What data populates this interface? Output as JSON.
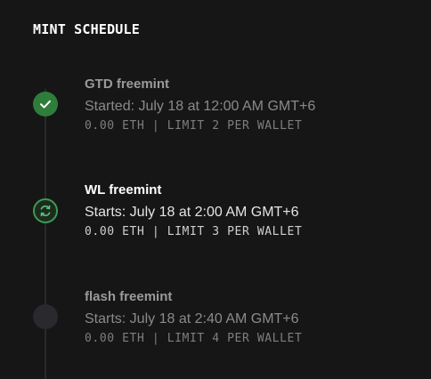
{
  "section": {
    "title": "MINT SCHEDULE"
  },
  "phases": [
    {
      "name": "GTD freemint",
      "time": "Started: July 18 at 12:00 AM GMT+6",
      "details": "0.00 ETH | LIMIT 2 PER WALLET",
      "status": "completed",
      "icon": "check-icon"
    },
    {
      "name": "WL freemint",
      "time": "Starts: July 18 at 2:00 AM GMT+6",
      "details": "0.00 ETH | LIMIT 3 PER WALLET",
      "status": "active",
      "icon": "refresh-icon"
    },
    {
      "name": "flash freemint",
      "time": "Starts: July 18 at 2:40 AM GMT+6",
      "details": "0.00 ETH | LIMIT 4 PER WALLET",
      "status": "upcoming",
      "icon": ""
    }
  ],
  "colors": {
    "background": "#161616",
    "completed": "#2e7d3a",
    "active_ring": "#3f9a52",
    "upcoming": "#2a2a2e"
  }
}
